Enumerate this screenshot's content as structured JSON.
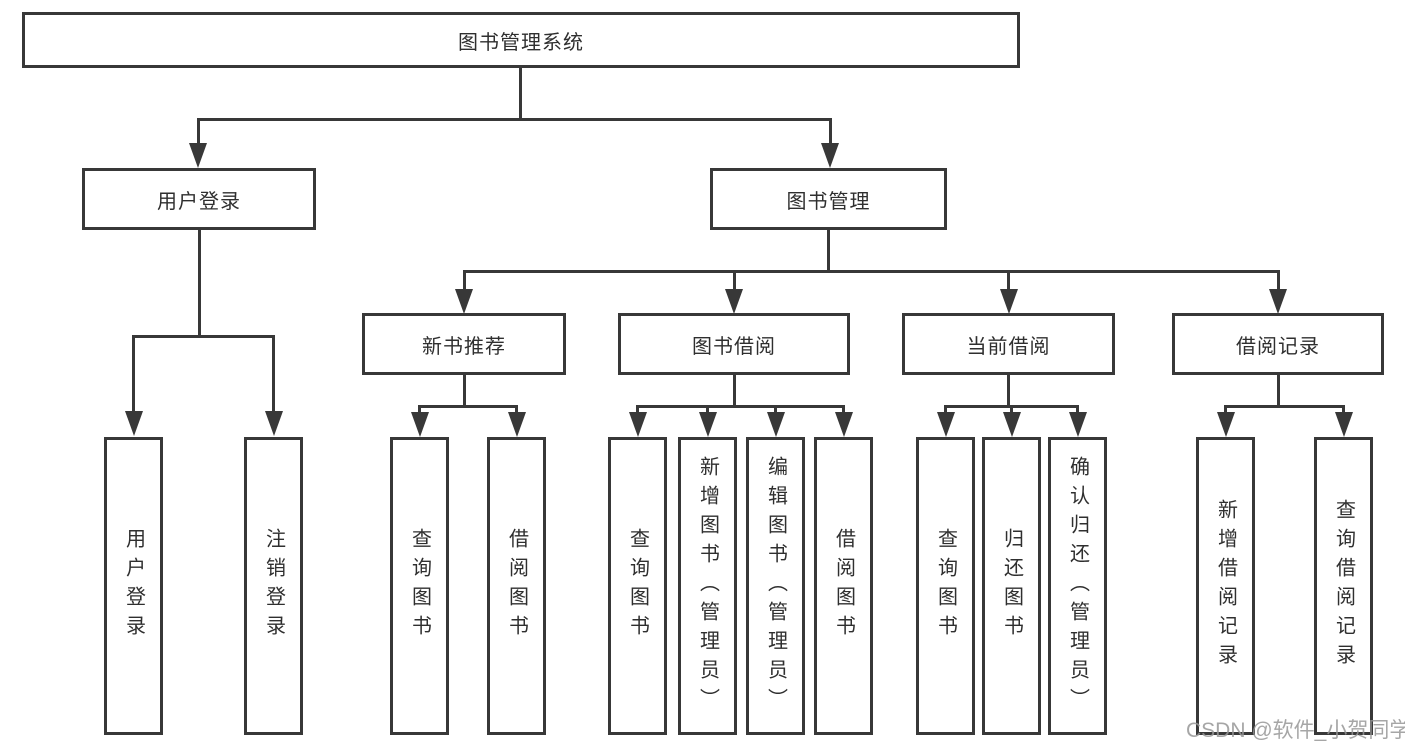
{
  "root": {
    "label": "图书管理系统"
  },
  "nodes": {
    "user_login": {
      "label": "用户登录"
    },
    "book_mgmt": {
      "label": "图书管理"
    },
    "new_book": {
      "label": "新书推荐"
    },
    "borrow": {
      "label": "图书借阅"
    },
    "current": {
      "label": "当前借阅"
    },
    "records": {
      "label": "借阅记录"
    }
  },
  "leaves": {
    "user_login": [
      {
        "label": "用户登录"
      },
      {
        "label": "注销登录"
      }
    ],
    "new_book": [
      {
        "label": "查询图书"
      },
      {
        "label": "借阅图书"
      }
    ],
    "borrow": [
      {
        "label": "查询图书"
      },
      {
        "label": "新增图书（管理员）"
      },
      {
        "label": "编辑图书（管理员）"
      },
      {
        "label": "借阅图书"
      }
    ],
    "current": [
      {
        "label": "查询图书"
      },
      {
        "label": "归还图书"
      },
      {
        "label": "确认归还（管理员）"
      }
    ],
    "records": [
      {
        "label": "新增借阅记录"
      },
      {
        "label": "查询借阅记录"
      }
    ]
  },
  "watermark": {
    "text": "CSDN @软件_小贺同学"
  },
  "colors": {
    "line": "#383838",
    "text": "#2f2f2f",
    "watermark": "#969696",
    "background": "#ffffff"
  }
}
